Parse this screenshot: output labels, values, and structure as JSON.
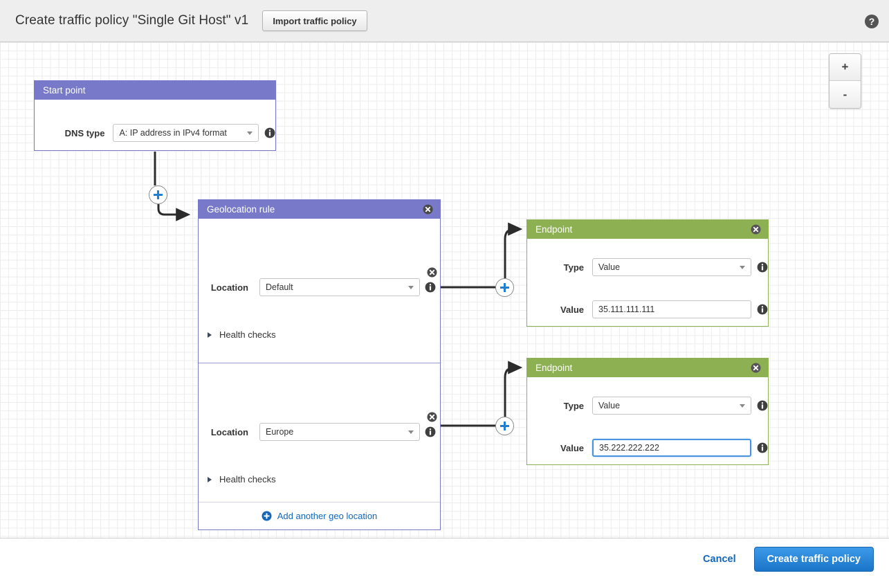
{
  "header": {
    "title": "Create traffic policy \"Single Git Host\" v1",
    "import_button": "Import traffic policy",
    "help_icon": "help-circle-icon"
  },
  "canvas": {
    "zoom_in": "+",
    "zoom_out": "-"
  },
  "start_point": {
    "title": "Start point",
    "dns_type_label": "DNS type",
    "dns_type_value": "A: IP address in IPv4 format",
    "info_icon": "info-icon"
  },
  "geolocation_rule": {
    "title": "Geolocation rule",
    "close_icon": "close-circle-icon",
    "locations": [
      {
        "label": "Location",
        "value": "Default",
        "health_checks_label": "Health checks",
        "expander_icon": "triangle-right-icon",
        "remove_icon": "close-circle-icon",
        "info_icon": "info-icon"
      },
      {
        "label": "Location",
        "value": "Europe",
        "health_checks_label": "Health checks",
        "expander_icon": "triangle-right-icon",
        "remove_icon": "close-circle-icon",
        "info_icon": "info-icon"
      }
    ],
    "add_location_label": "Add another geo location",
    "add_location_icon": "plus-circle-icon"
  },
  "endpoints": [
    {
      "title": "Endpoint",
      "close_icon": "close-circle-icon",
      "type_label": "Type",
      "type_value": "Value",
      "value_label": "Value",
      "value_value": "35.111.111.111",
      "focused": false,
      "info_icon": "info-icon"
    },
    {
      "title": "Endpoint",
      "close_icon": "close-circle-icon",
      "type_label": "Type",
      "type_value": "Value",
      "value_label": "Value",
      "value_value": "35.222.222.222",
      "focused": true,
      "info_icon": "info-icon"
    }
  ],
  "footer": {
    "cancel_label": "Cancel",
    "create_label": "Create traffic policy"
  },
  "colors": {
    "rule_header": "#7879c9",
    "endpoint_header": "#8db152",
    "accent_blue": "#1166bb",
    "focus_blue": "#4a93df"
  }
}
